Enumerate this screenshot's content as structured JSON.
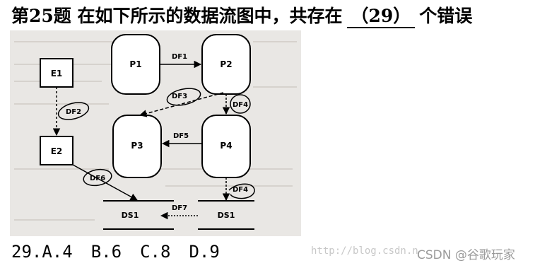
{
  "question": {
    "title_prefix": "第25题 在如下所示的数据流图中，共存在",
    "blank": "（29）",
    "title_suffix": "个错误"
  },
  "diagram": {
    "entities": [
      "E1",
      "E2"
    ],
    "processes": [
      "P1",
      "P2",
      "P3",
      "P4"
    ],
    "flows": [
      "DF1",
      "DF2",
      "DF3",
      "DF4",
      "DF5",
      "DF6",
      "DF4",
      "DF7"
    ],
    "stores": [
      "DS1",
      "DS1"
    ]
  },
  "answers": {
    "number": "29.",
    "options": [
      "A.4",
      "B.6",
      "C.8",
      "D.9"
    ]
  },
  "watermark": {
    "url": "http://blog.csdn.n",
    "brand": "CSDN @谷歌玩家"
  }
}
